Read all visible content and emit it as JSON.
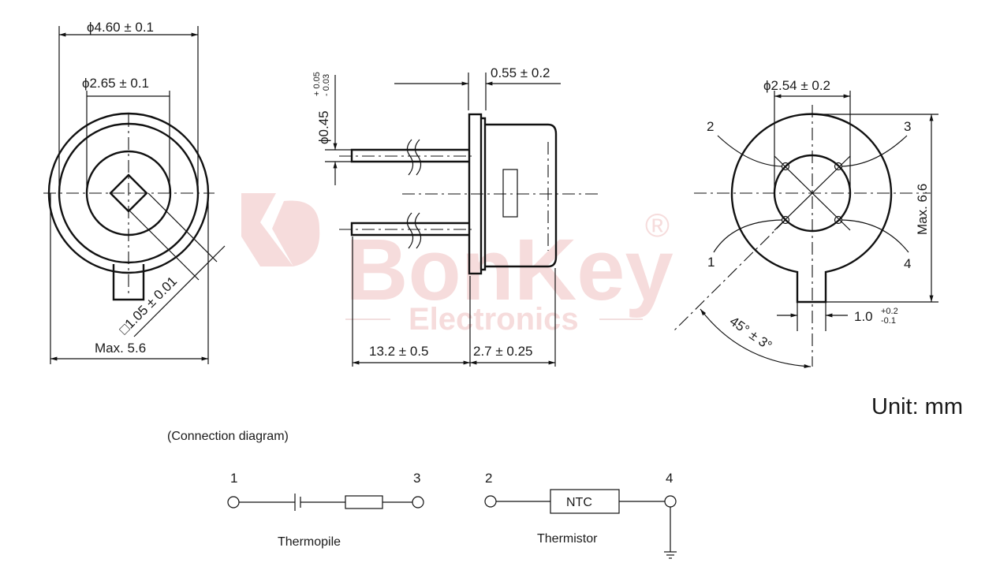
{
  "watermark": {
    "brand": "BonKey",
    "sub": "Electronics",
    "registered": "®"
  },
  "front_view": {
    "outer_diameter": "ϕ4.60 ± 0.1",
    "window_diameter": "ϕ2.65 ± 0.1",
    "chip_size": "□1.05 ± 0.01",
    "max_width": "Max. 5.6"
  },
  "side_view": {
    "lead_diameter": "ϕ0.45",
    "lead_tol_plus": "+ 0.05",
    "lead_tol_minus": "- 0.03",
    "flange": "0.55 ± 0.2",
    "lead_length": "13.2 ± 0.5",
    "body_height": "2.7 ± 0.25"
  },
  "bottom_view": {
    "pin_circle": "ϕ2.54 ± 0.2",
    "max_height": "Max. 6.6",
    "tab_width": "1.0",
    "tab_tol_plus": "+0.2",
    "tab_tol_minus": "-0.1",
    "angle": "45° ± 3°",
    "pins": [
      "1",
      "2",
      "3",
      "4"
    ]
  },
  "unit": "Unit: mm",
  "connection": {
    "title": "(Connection diagram)",
    "thermopile": {
      "label": "Thermopile",
      "pin_a": "1",
      "pin_b": "3"
    },
    "thermistor": {
      "label": "Thermistor",
      "pin_a": "2",
      "pin_b": "4",
      "component": "NTC"
    }
  }
}
